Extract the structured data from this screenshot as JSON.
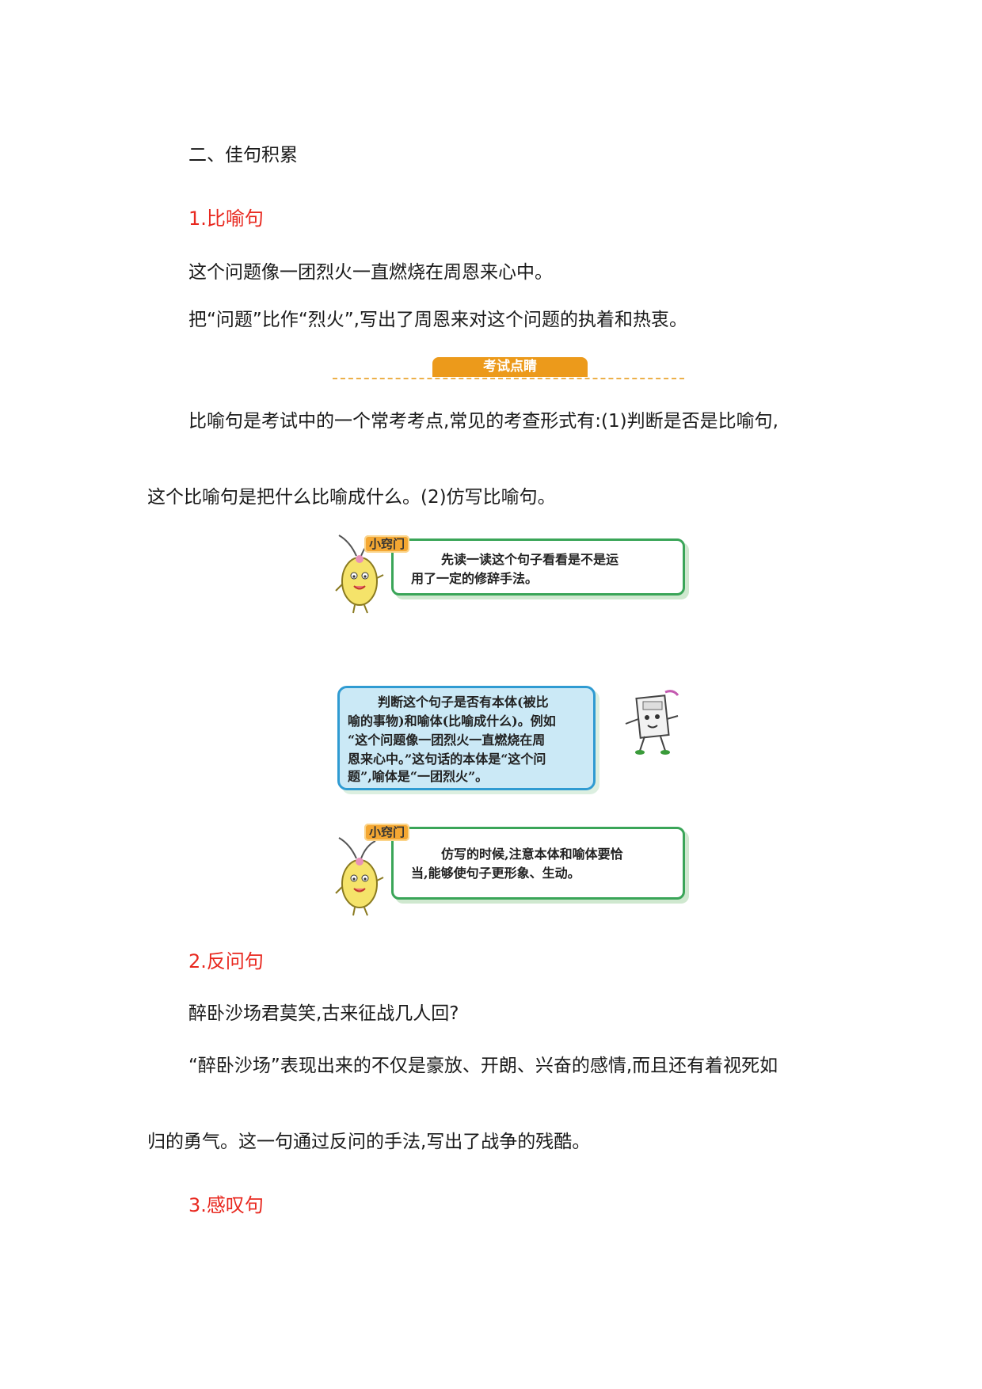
{
  "section_heading": "二、佳句积累",
  "simile": {
    "heading": "1.比喻句",
    "example": "这个问题像一团烈火一直燃烧在周恩来心中。",
    "explanation": "把“问题”比作“烈火”,写出了周恩来对这个问题的执着和热衷。"
  },
  "exam_banner": "考试点睛",
  "exam_text_line1": "比喻句是考试中的一个常考考点,常见的考查形式有:(1)判断是否是比喻句,",
  "exam_text_line2": "这个比喻句是把什么比喻成什么。(2)仿写比喻句。",
  "tip1": {
    "tag": "小窍门",
    "line1": "先读一读这个句子看看是不是运",
    "line2": "用了一定的修辞手法。"
  },
  "tip2": {
    "line1": "判断这个句子是否有本体(被比",
    "line2": "喻的事物)和喻体(比喻成什么)。例如",
    "line3": "“这个问题像一团烈火一直燃烧在周",
    "line4": "恩来心中。”这句话的本体是“这个问",
    "line5": "题”,喻体是“一团烈火”。"
  },
  "tip3": {
    "tag": "小窍门",
    "line1": "仿写的时候,注意本体和喻体要恰",
    "line2": "当,能够使句子更形象、生动。"
  },
  "rhetorical": {
    "heading": "2.反问句",
    "example": "醉卧沙场君莫笑,古来征战几人回?",
    "explanation_line1": "“醉卧沙场”表现出来的不仅是豪放、开朗、兴奋的感情,而且还有着视死如",
    "explanation_line2": "归的勇气。这一句通过反问的手法,写出了战争的残酷。"
  },
  "exclamatory": {
    "heading": "3.感叹句"
  }
}
